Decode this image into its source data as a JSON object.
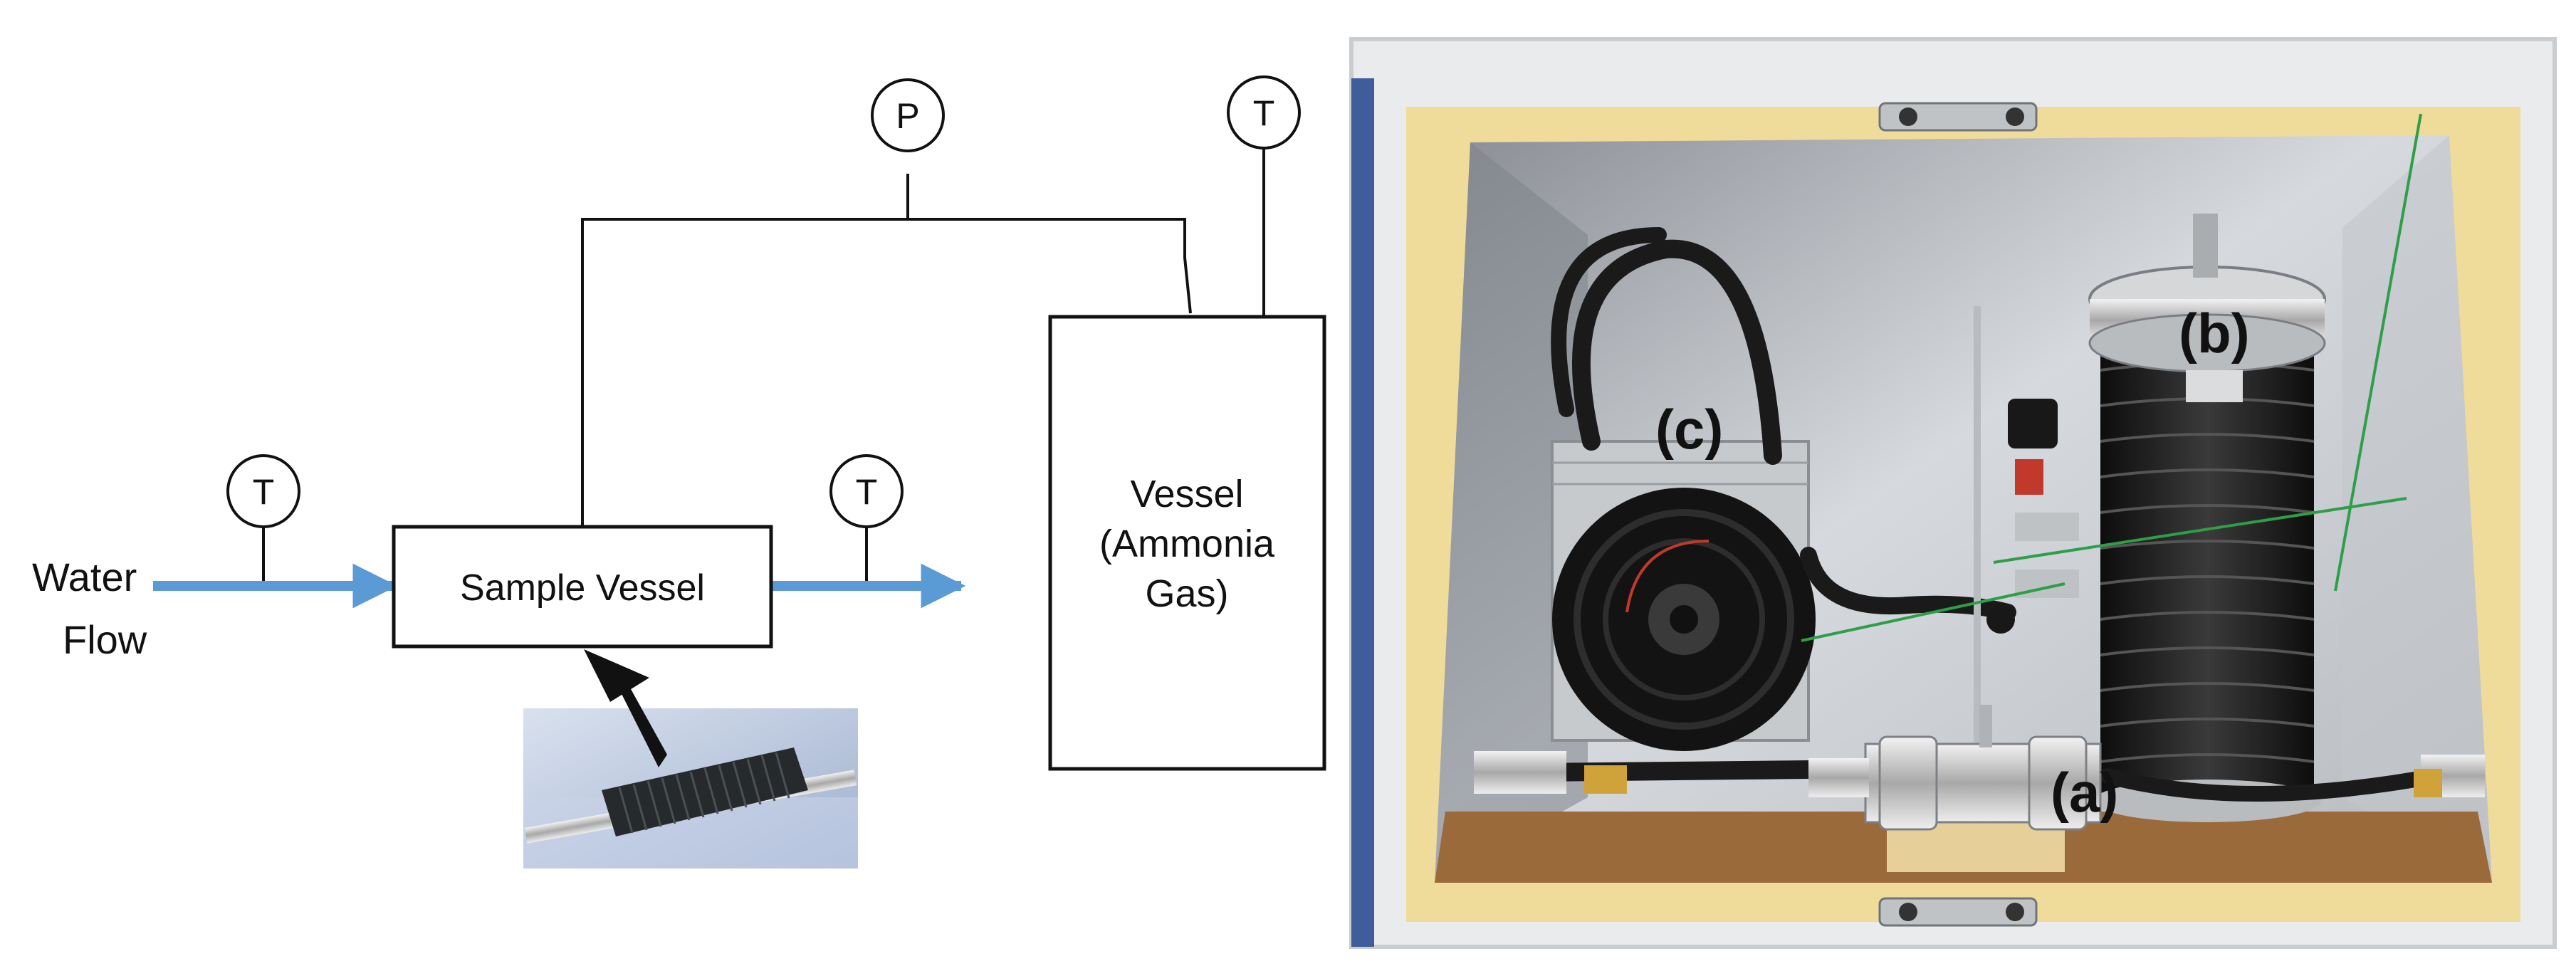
{
  "schematic": {
    "water_flow_label": [
      "Water",
      "Flow"
    ],
    "sample_vessel_label": "Sample Vessel",
    "ammonia_vessel_label": [
      "Vessel",
      "(Ammonia",
      "Gas)"
    ],
    "gauges": {
      "pressure": "P",
      "temp_inlet": "T",
      "temp_outlet": "T",
      "temp_vessel": "T"
    }
  },
  "photo": {
    "labels": {
      "a": "(a)",
      "b": "(b)",
      "c": "(c)"
    }
  },
  "colors": {
    "flow_arrow": "#5b9bd5",
    "line": "#111111",
    "wood": "#9a6a3a",
    "insulation": "#f0dc9a",
    "hose": "#1a1a1a",
    "steel": "#c9c9c9"
  }
}
